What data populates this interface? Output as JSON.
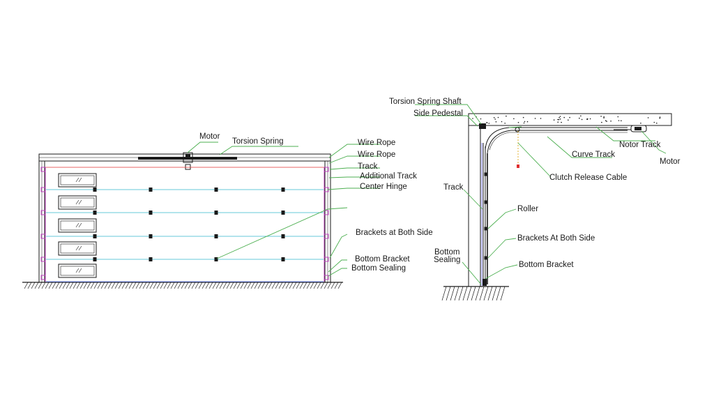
{
  "front_view": {
    "labels": {
      "motor": "Motor",
      "torsion_spring": "Torsion Spring",
      "wire_rope_1": "Wire Rope",
      "wire_rope_2": "Wire Rope",
      "track": "Track",
      "additional_track": "Additional Track",
      "center_hinge": "Center Hinge",
      "brackets_both_side": "Brackets at Both Side",
      "bottom_bracket": "Bottom Bracket",
      "bottom_sealing": "Bottom Sealing"
    }
  },
  "side_view": {
    "labels": {
      "torsion_spring_shaft": "Torsion Spring Shaft",
      "side_pedestal": "Side Pedestal",
      "notor_track": "Notor Track",
      "motor": "Motor",
      "curve_track": "Curve Track",
      "clutch_release_cable": "Clutch Release Cable",
      "track": "Track",
      "roller": "Roller",
      "brackets_at_both_side": "Brackets At Both Side",
      "bottom_sealing_line1": "Bottom",
      "bottom_sealing_line2": "Sealing",
      "bottom_bracket": "Bottom Bracket"
    }
  },
  "colors": {
    "line": "#1a1a1a",
    "leader": "#4caf50",
    "panel_joint": "#64c8d8",
    "rail": "#c040c0",
    "red_line": "#e03030"
  }
}
